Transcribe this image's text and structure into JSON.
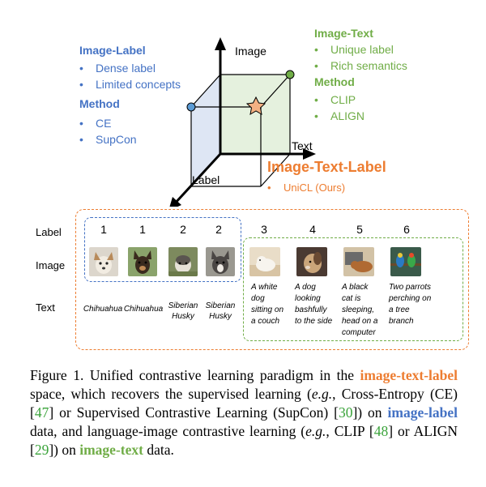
{
  "diagram": {
    "axis_image": "Image",
    "axis_text": "Text",
    "axis_label": "Label",
    "image_label": {
      "title": "Image-Label",
      "items": [
        "Dense label",
        "Limited concepts"
      ],
      "method_title": "Method",
      "methods": [
        "CE",
        "SupCon"
      ]
    },
    "image_text": {
      "title": "Image-Text",
      "items": [
        "Unique label",
        "Rich semantics"
      ],
      "method_title": "Method",
      "methods": [
        "CLIP",
        "ALIGN"
      ]
    },
    "image_text_label": {
      "title": "Image-Text-Label",
      "items": [
        "UniCL (Ours)"
      ]
    },
    "bullet": "•",
    "colors": {
      "blue": "#4472c4",
      "green": "#70ad47",
      "orange": "#ed7d31"
    }
  },
  "table": {
    "row_labels": [
      "Label",
      "Image",
      "Text"
    ],
    "columns": [
      {
        "label": "1",
        "text": [
          "Chihuahua"
        ],
        "image": "chihuahua-photo"
      },
      {
        "label": "1",
        "text": [
          "Chihuahua"
        ],
        "image": "chihuahua-photo"
      },
      {
        "label": "2",
        "text": [
          "Siberian",
          "Husky"
        ],
        "image": "husky-photo"
      },
      {
        "label": "2",
        "text": [
          "Siberian",
          "Husky"
        ],
        "image": "husky-photo"
      },
      {
        "label": "3",
        "text": [
          "A white",
          "dog",
          "sitting on",
          "a couch"
        ],
        "image": "white-dog-photo"
      },
      {
        "label": "4",
        "text": [
          "A dog",
          "looking",
          "bashfully",
          "to the side"
        ],
        "image": "dog-looking-photo"
      },
      {
        "label": "5",
        "text": [
          "A black",
          "cat is",
          "sleeping,",
          "head on a",
          "computer"
        ],
        "image": "cat-photo"
      },
      {
        "label": "6",
        "text": [
          "Two parrots",
          "perching on",
          "a tree",
          "branch"
        ],
        "image": "parrots-photo"
      }
    ]
  },
  "caption": {
    "prefix": "Figure 1.  Unified contrastive learning paradigm in the ",
    "hl1": "image-text-label",
    "p2": " space, which recovers the supervised learning (",
    "eg1": "e.g.",
    "p3": ", Cross-Entropy (CE) [",
    "ref47": "47",
    "p4": "] or Supervised Contrastive Learning (SupCon) [",
    "ref30": "30",
    "p5": "]) on ",
    "hl2": "image-label",
    "p6": " data, and language-image contrastive learning (",
    "eg2": "e.g.",
    "p7": ", CLIP [",
    "ref48": "48",
    "p8": "] or ALIGN [",
    "ref29": "29",
    "p9": "]) on ",
    "hl3": "image-text",
    "p10": " data."
  }
}
